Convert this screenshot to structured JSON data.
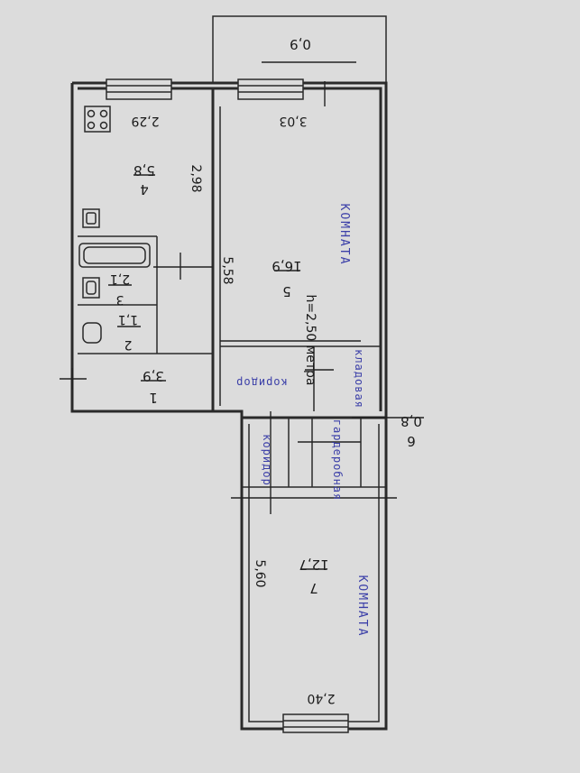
{
  "plan": {
    "balcony": {
      "area": "0,9"
    },
    "kitchen": {
      "number": "4",
      "area": "5,8",
      "width": "2,29",
      "length": "2,98"
    },
    "room5": {
      "number": "5",
      "area": "16,9",
      "width": "3,03",
      "length": "5,58",
      "label": "КОМНАТА"
    },
    "bathroom": {
      "number": "3",
      "area": "2,1"
    },
    "toilet": {
      "number": "2",
      "area": "1,1"
    },
    "hall": {
      "number": "1",
      "area": "3,9",
      "label": "коридор"
    },
    "pantry": {
      "label": "кладовая"
    },
    "closet": {
      "number": "6",
      "area": "0,8"
    },
    "wardrobe": {
      "label": "гардеробная"
    },
    "corridor2": {
      "label": "коридор"
    },
    "room7": {
      "number": "7",
      "area": "12,7",
      "width": "2,40",
      "length": "5,60",
      "label": "КОМНАТА"
    },
    "ceiling": "h=2,50 метра"
  }
}
